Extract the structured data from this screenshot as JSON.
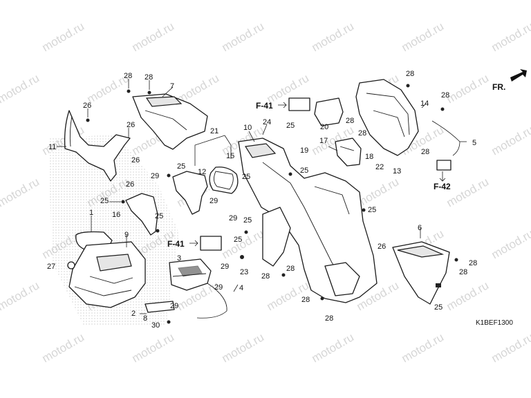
{
  "diagram": {
    "drawing_code": "K1BEF1300",
    "direction_label": "FR.",
    "watermark_text": "motod.ru",
    "refs": {
      "f41_top": "F-41",
      "f41_mid": "F-41",
      "f42": "F-42"
    },
    "callouts": {
      "c28a": "28",
      "c28b": "28",
      "c7": "7",
      "c26a": "26",
      "c26b": "26",
      "c11": "11",
      "c26c": "26",
      "c26d": "26",
      "c25a": "25",
      "c29a": "29",
      "c21": "21",
      "c15": "15",
      "c12": "12",
      "c29b": "29",
      "c25b": "25",
      "c16": "16",
      "c25c": "25",
      "c1": "1",
      "c29c": "29",
      "c9": "9",
      "c3": "3",
      "c29d": "29",
      "c27": "27",
      "c29e": "29",
      "c4": "4",
      "c29f": "29",
      "c2": "2",
      "c8": "8",
      "c30": "30",
      "c10": "10",
      "c24": "24",
      "c25d": "25",
      "c20": "20",
      "c28c": "28",
      "c14": "14",
      "c28d": "28",
      "c28e": "28",
      "c28f": "28",
      "c5": "5",
      "c17": "17",
      "c19": "19",
      "c18": "18",
      "c22": "22",
      "c13": "13",
      "c25e": "25",
      "c25f": "25",
      "c25g": "25",
      "c25h": "25",
      "c23": "23",
      "c26e": "26",
      "c28g": "28",
      "c28h": "28",
      "c28i": "28",
      "c28j": "28",
      "c6": "6",
      "c28k": "28",
      "c28l": "28",
      "c25i": "25"
    }
  }
}
